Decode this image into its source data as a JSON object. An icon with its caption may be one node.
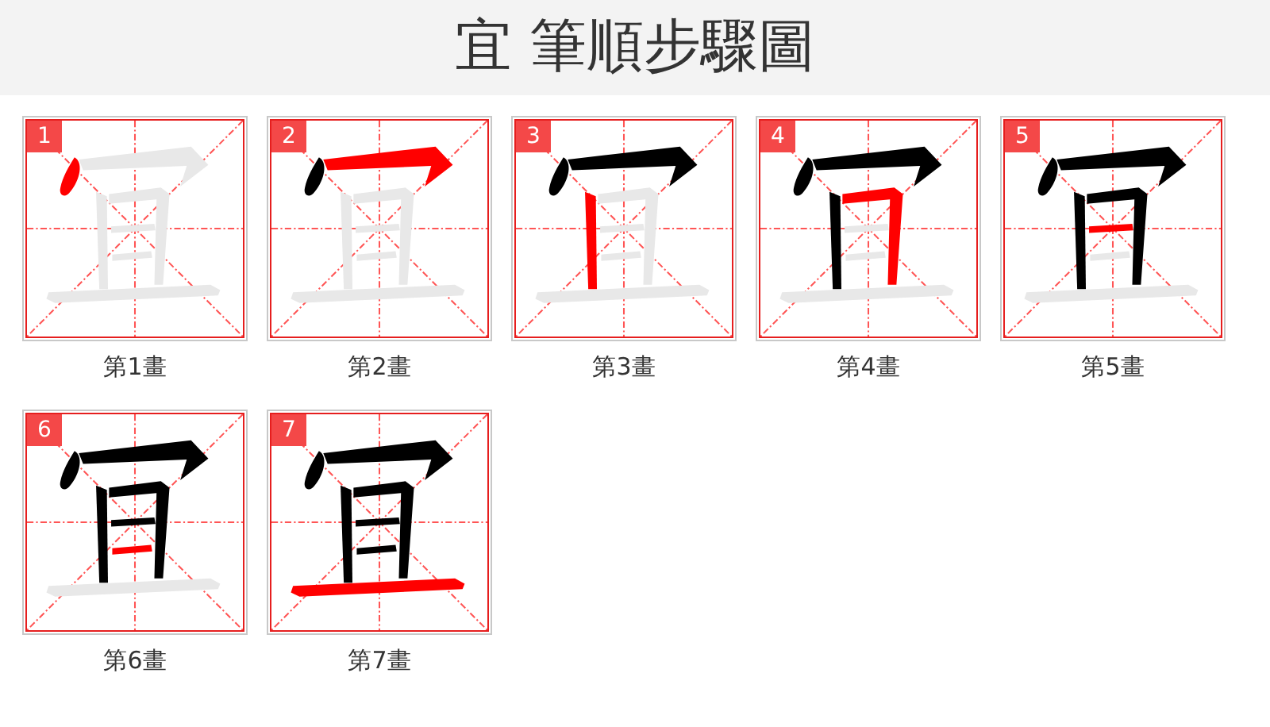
{
  "diagram": {
    "title": "宜 筆順步驟圖",
    "nodes": [
      {
        "text": [
          "1"
        ],
        "beside": [
          "第1畫"
        ]
      },
      {
        "text": [
          "2"
        ],
        "beside": [
          "第2畫"
        ]
      },
      {
        "text": [
          "3"
        ],
        "beside": [
          "第3畫"
        ]
      },
      {
        "text": [
          "4"
        ],
        "beside": [
          "第4畫"
        ]
      },
      {
        "text": [
          "5"
        ],
        "beside": [
          "第5畫"
        ]
      },
      {
        "text": [
          "6"
        ],
        "beside": [
          "第6畫"
        ]
      },
      {
        "text": [
          "7"
        ],
        "beside": [
          "第7畫"
        ]
      }
    ]
  }
}
